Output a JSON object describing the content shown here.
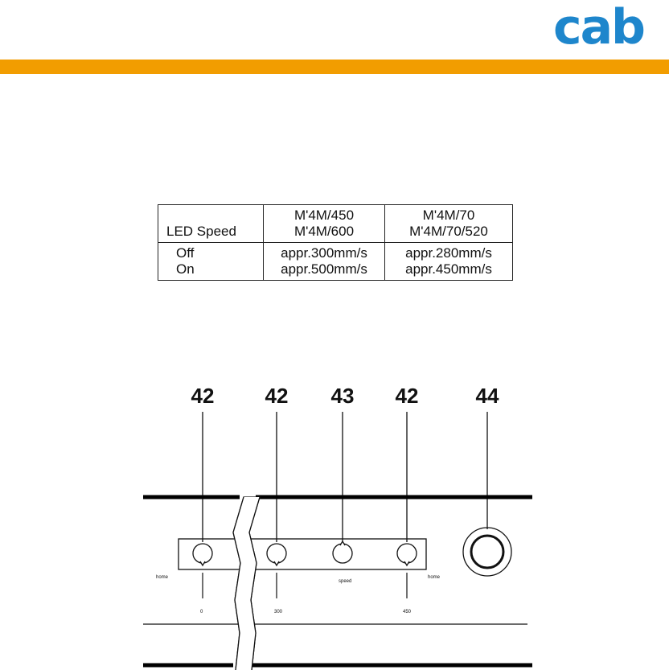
{
  "header": {
    "logo_text": "cab",
    "logo_color": "#1e86cc",
    "bar_color": "#f29d00"
  },
  "speed_table": {
    "corner_label": "LED Speed",
    "col1_header": [
      "M'4M/450",
      "M'4M/600"
    ],
    "col2_header": [
      "M'4M/70",
      "M'4M/70/520"
    ],
    "rows": [
      {
        "led": "Off",
        "col1": "appr.300mm/s",
        "col2": "appr.280mm/s"
      },
      {
        "led": "On",
        "col1": "appr.500mm/s",
        "col2": "appr.450mm/s"
      }
    ]
  },
  "diagram": {
    "callouts": [
      "42",
      "42",
      "43",
      "42",
      "44"
    ],
    "labels": {
      "home_left": "home",
      "home_right": "home",
      "speed": "speed",
      "scale_left": "0",
      "scale_mid": "300",
      "scale_right": "450"
    }
  }
}
